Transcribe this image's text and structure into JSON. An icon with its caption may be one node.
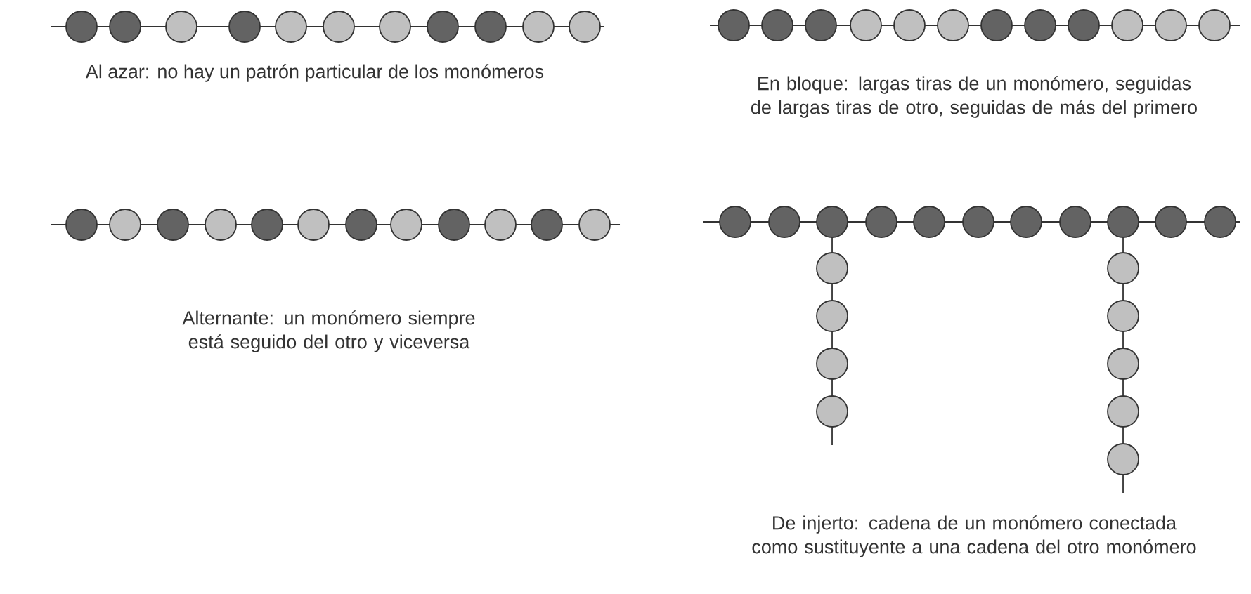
{
  "diagram": {
    "labels": [
      "Al azar: no hay un patrón particular de los monómeros",
      "En bloque: largas tiras de un monómero, seguidas de largas tiras de otro, seguidas de más del primero",
      "Alternante: un monómero siempre está seguido del otro y viceversa",
      "De injerto: cadena de un monómero conectada como sustituyente a una cadena del otro monómero"
    ]
  }
}
